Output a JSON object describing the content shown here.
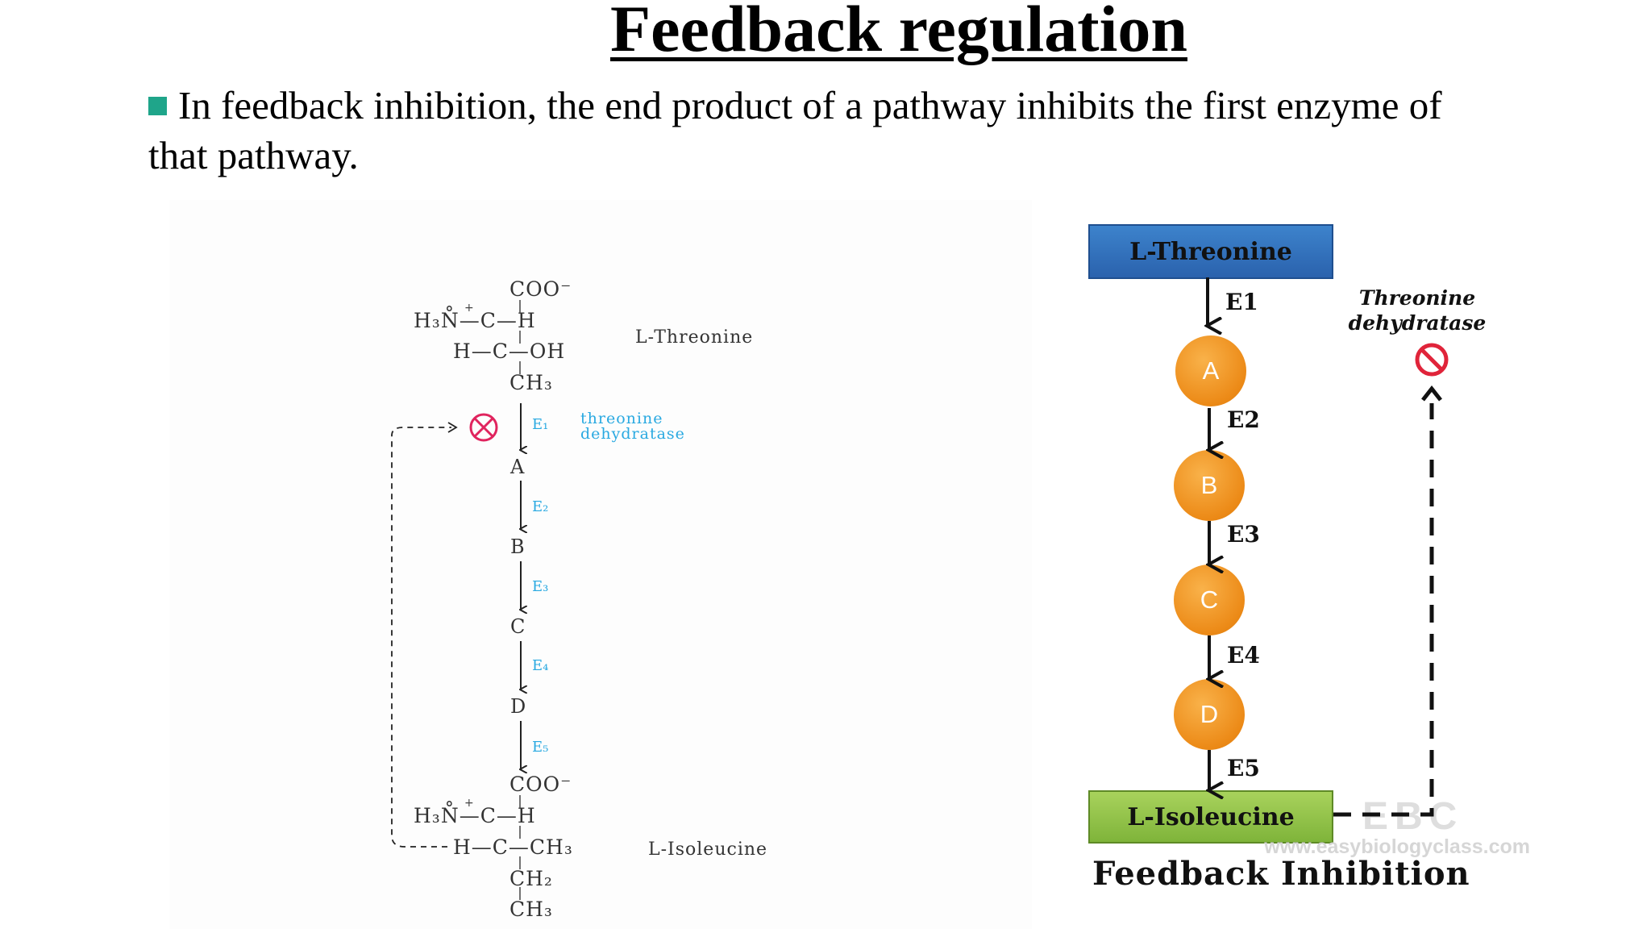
{
  "slide": {
    "title": "Feedback regulation",
    "bullet": "In feedback inhibition, the end product of a pathway inhibits the first enzyme of that pathway."
  },
  "left_diagram": {
    "threonine_structure": {
      "line1": "COO⁻",
      "line2": "H₃N̊—C—H",
      "line3": "H—C—OH",
      "line4": "CH₃",
      "name": "L-Threonine"
    },
    "enzyme1": "E₁",
    "enzyme1_name_line1": "threonine",
    "enzyme1_name_line2": "dehydratase",
    "intermediates": [
      "A",
      "B",
      "C",
      "D"
    ],
    "enzymes": [
      "E₂",
      "E₃",
      "E₄",
      "E₅"
    ],
    "isoleucine_structure": {
      "line1": "COO⁻",
      "line2": "H₃N̊—C—H",
      "line3": "H—C—CH₃",
      "line4": "CH₂",
      "line5": "CH₃",
      "name": "L-Isoleucine"
    }
  },
  "right_diagram": {
    "start": "L-Threonine",
    "end": "L-Isoleucine",
    "intermediates": [
      "A",
      "B",
      "C",
      "D"
    ],
    "enzymes": [
      "E1",
      "E2",
      "E3",
      "E4",
      "E5"
    ],
    "inhibited_enzyme_line1": "Threonine",
    "inhibited_enzyme_line2": "dehydratase",
    "caption": "Feedback Inhibition",
    "watermark_logo": "EBC",
    "watermark_url": "www.easybiologyclass.com",
    "colors": {
      "start_box": "#2f6fbf",
      "end_box": "#8cc043",
      "intermediate": "#ef8f1a",
      "inhibit_symbol": "#e0243a"
    }
  }
}
